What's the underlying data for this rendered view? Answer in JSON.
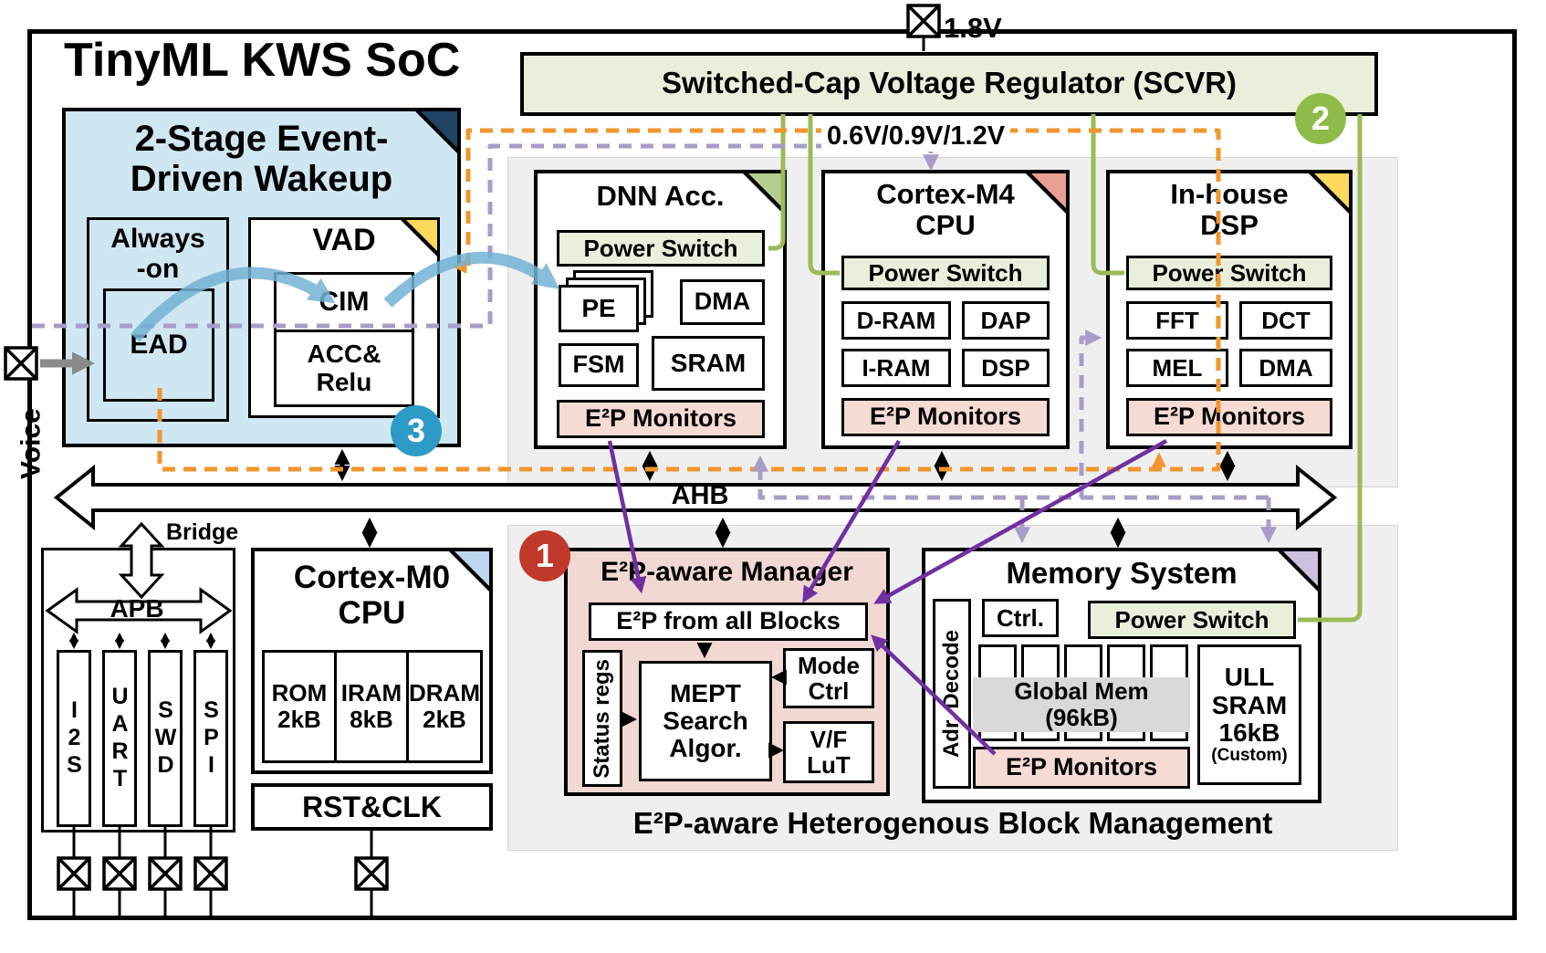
{
  "title": "TinyML KWS SoC",
  "power": {
    "supply_label": "1.8V",
    "scvr_label": "Switched-Cap Voltage Regulator (SCVR)",
    "rails_label": "0.6V/0.9V/1.2V",
    "badge": "2"
  },
  "wakeup": {
    "title": "2-Stage Event-\nDriven Wakeup",
    "always_on_label": "Always\n-on",
    "ead_label": "EAD",
    "vad_label": "VAD",
    "cim_label": "CIM",
    "acc_relu_label": "ACC&\nRelu",
    "badge": "3"
  },
  "voice_label": "Voice",
  "dnn": {
    "title": "DNN Acc.",
    "power_switch": "Power Switch",
    "pe": "PE",
    "dma": "DMA",
    "fsm": "FSM",
    "sram": "SRAM",
    "e2p_monitors": "E²P Monitors"
  },
  "cortex_m4": {
    "title": "Cortex-M4\nCPU",
    "power_switch": "Power Switch",
    "dram": "D-RAM",
    "dap": "DAP",
    "iram": "I-RAM",
    "dsp": "DSP",
    "e2p_monitors": "E²P Monitors"
  },
  "inhouse_dsp": {
    "title": "In-house\nDSP",
    "power_switch": "Power Switch",
    "fft": "FFT",
    "dct": "DCT",
    "mel": "MEL",
    "dma": "DMA",
    "e2p_monitors": "E²P Monitors"
  },
  "buses": {
    "ahb": "AHB",
    "apb": "APB",
    "bridge": "Bridge"
  },
  "peripherals": [
    "I2S",
    "UART",
    "SWD",
    "SPI"
  ],
  "cortex_m0": {
    "title": "Cortex-M0\nCPU",
    "rom": "ROM\n2kB",
    "iram": "IRAM\n8kB",
    "dram": "DRAM\n2kB"
  },
  "rstclk_label": "RST&CLK",
  "manager": {
    "badge": "1",
    "title": "E²P-aware Manager",
    "from_all_blocks": "E²P from all Blocks",
    "status_regs": "Status regs",
    "mept": "MEPT\nSearch\nAlgor.",
    "mode_ctrl": "Mode\nCtrl",
    "vf_lut": "V/F\nLuT"
  },
  "memory": {
    "title": "Memory System",
    "ctrl": "Ctrl.",
    "power_switch": "Power Switch",
    "adr_decode": "Adr. Decode",
    "global_mem": "Global Mem\n(96kB)",
    "ull_sram": "ULL\nSRAM\n16kB",
    "ull_custom": "(Custom)",
    "e2p_monitors": "E²P Monitors"
  },
  "footer": "E²P-aware Heterogenous Block Management",
  "colors": {
    "wakeup_fill": "#cfe7f2",
    "scvr_fill": "#e8f0db",
    "e2p_fill": "#f6dbd5",
    "manager_fill": "#f2d8d2",
    "container_fill": "#efefef",
    "badge1": "#c0392b",
    "badge2": "#8fbc49",
    "badge3": "#2e9bc6",
    "green_line": "#9bbb59",
    "orange_line": "#f0962e",
    "purple_solid": "#7030a0",
    "purple_dashed": "#a89cc8",
    "blue_arrow": "#74b3d4"
  }
}
